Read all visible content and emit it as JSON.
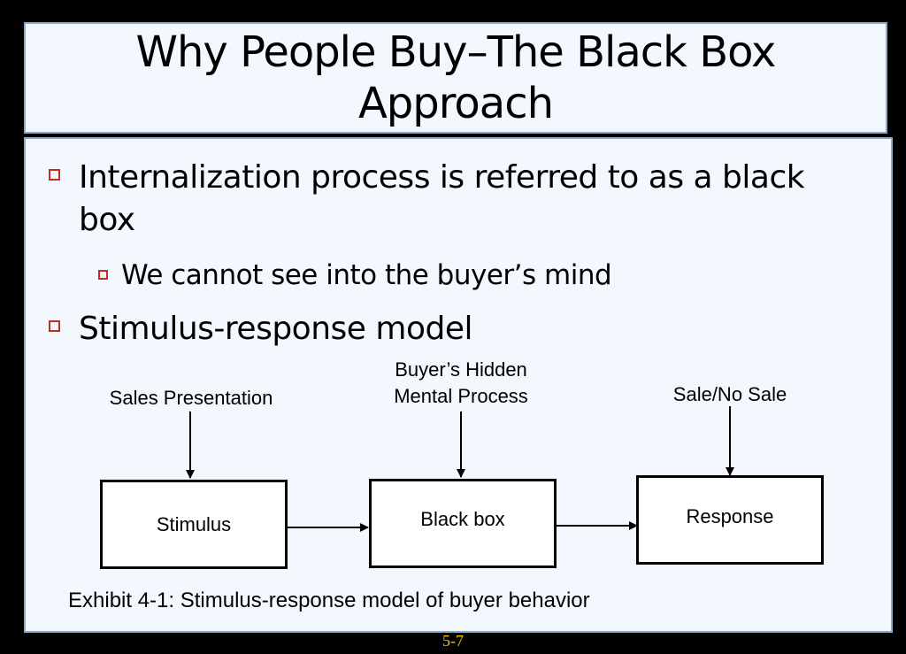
{
  "slide": {
    "title_lines": [
      "Why People Buy–The Black Box",
      "Approach"
    ],
    "bullets": [
      {
        "text": "Internalization process is referred to as a black box",
        "level": 1
      },
      {
        "text": "We cannot see into the buyer’s mind",
        "level": 2
      },
      {
        "text": "Stimulus-response model",
        "level": 1
      }
    ],
    "diagram": {
      "inputs": [
        {
          "label": "Sales Presentation"
        },
        {
          "label_lines": [
            "Buyer’s Hidden",
            "Mental Process"
          ]
        },
        {
          "label": "Sale/No Sale"
        }
      ],
      "boxes": [
        "Stimulus",
        "Black box",
        "Response"
      ]
    },
    "caption": "Exhibit 4-1: Stimulus-response model of buyer behavior",
    "page_number": "5-7"
  },
  "colors": {
    "background": "#000000",
    "panel": "#f3f8fe",
    "panel_border": "#8aaac8",
    "bullet_accent": "#c0301c",
    "page_number": "#f2c700"
  }
}
